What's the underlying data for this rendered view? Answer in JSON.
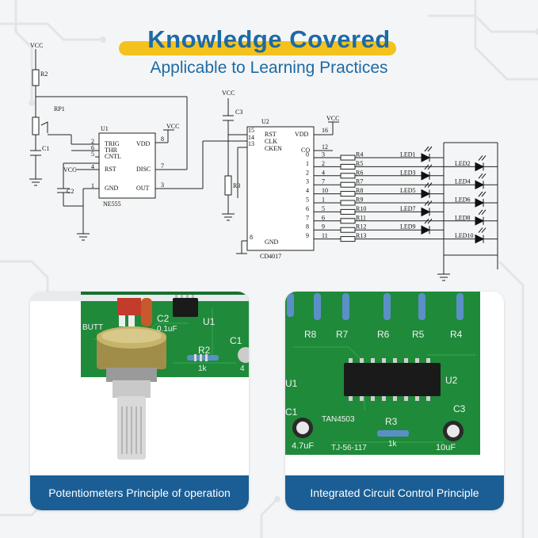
{
  "header": {
    "title": "Knowledge Covered",
    "subtitle": "Applicable to Learning Practices"
  },
  "schematic": {
    "vcc": "VCC",
    "r2": "R2",
    "rp1": "RP1",
    "c1": "C1",
    "c2": "C2",
    "u1": "U1",
    "u1_pins": [
      "TRIG",
      "THR",
      "CNTL",
      "RST",
      "GND",
      "VDD",
      "DISC",
      "OUT"
    ],
    "u1_nums": [
      "2",
      "6",
      "5",
      "4",
      "1",
      "8",
      "7",
      "3"
    ],
    "ne555": "NE555",
    "c3": "C3",
    "r3": "R3",
    "u2": "U2",
    "u2_pins": [
      "RST",
      "CLK",
      "CKEN",
      "VDD",
      "GND",
      "CO"
    ],
    "u2_nums": [
      "15",
      "14",
      "13",
      "16",
      "8",
      "12"
    ],
    "cd4017": "CD4017",
    "outputs": [
      "0",
      "1",
      "2",
      "3",
      "4",
      "5",
      "6",
      "7",
      "8",
      "9"
    ],
    "output_pins": [
      "3",
      "2",
      "4",
      "7",
      "10",
      "1",
      "5",
      "6",
      "9",
      "11"
    ],
    "resistors": [
      "R4",
      "R5",
      "R6",
      "R7",
      "R8",
      "R9",
      "R10",
      "R11",
      "R12",
      "R13"
    ],
    "leds_left": [
      "LED1",
      "LED3",
      "LED5",
      "LED7",
      "LED9"
    ],
    "leds_right": [
      "LED2",
      "LED4",
      "LED6",
      "LED8",
      "LED10"
    ]
  },
  "cards": [
    {
      "caption": "Potentiometers Principle of operation",
      "labels": [
        "BUTT",
        "C2",
        "0.1uF",
        "U1",
        "R2",
        "1k",
        "C1",
        "4"
      ]
    },
    {
      "caption": "Integrated Circuit Control Principle",
      "labels": [
        "R8",
        "R7",
        "R6",
        "R5",
        "R4",
        "U1",
        "U2",
        "C1",
        "TAN4503",
        "R3",
        "1k",
        "C3",
        "4.7uF",
        "TJ-56-117",
        "10uF"
      ]
    }
  ],
  "colors": {
    "accent": "#1d6aa6",
    "highlight": "#f3c21d",
    "caption_bg": "#1a5e95",
    "pcb": "#1f8a3a"
  }
}
